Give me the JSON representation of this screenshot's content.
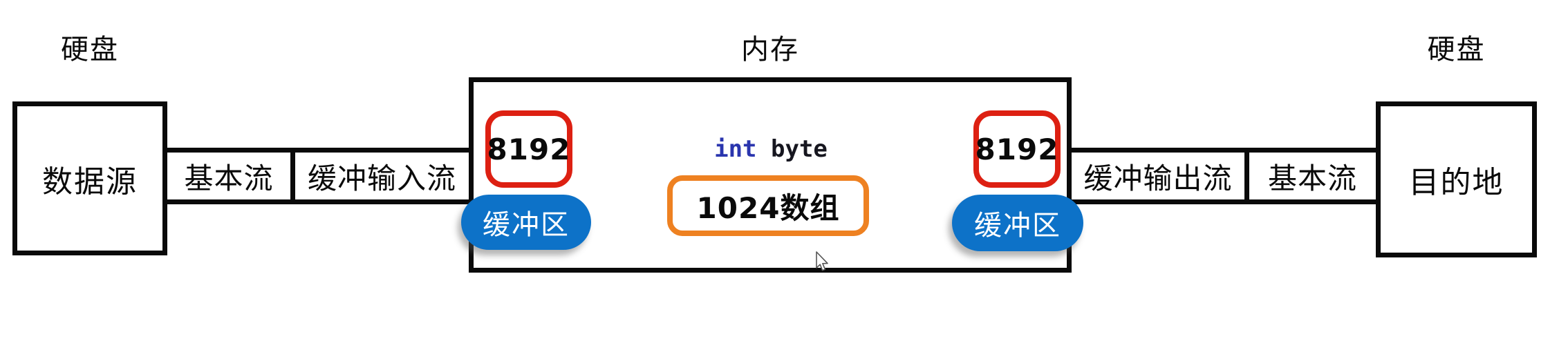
{
  "labels": {
    "disk_left": "硬盘",
    "memory": "内存",
    "disk_right": "硬盘"
  },
  "left_chain": {
    "source": "数据源",
    "basic_stream": "基本流",
    "buffered_input_stream": "缓冲输入流"
  },
  "memory": {
    "left_buffer": {
      "size": "8192",
      "label": "缓冲区"
    },
    "right_buffer": {
      "size": "8192",
      "label": "缓冲区"
    },
    "code": {
      "keyword": "int",
      "rest": "byte"
    },
    "array_label": "1024数组"
  },
  "right_chain": {
    "buffered_output_stream": "缓冲输出流",
    "basic_stream": "基本流",
    "destination": "目的地"
  },
  "colors": {
    "buffer_badge_border": "#dd2012",
    "buffer_pill_fill": "#0d72c8",
    "array_box_border": "#ee8121",
    "code_keyword": "#2a35ae",
    "outline": "#0a0a0a",
    "background": "#ffffff"
  }
}
